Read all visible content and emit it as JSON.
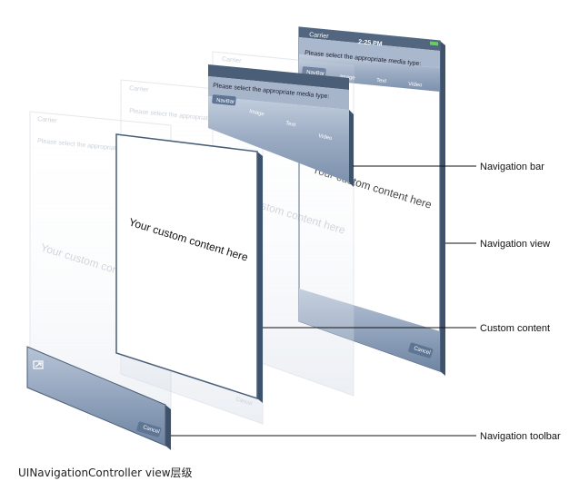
{
  "caption": "UINavigationController view层级",
  "screen": {
    "carrier": "Carrier",
    "time": "2:25 PM",
    "prompt": "Please select the appropriate media type:",
    "back_button": "NavBar",
    "segments": [
      "Image",
      "Text",
      "Video"
    ],
    "content_text": "Your custom content here",
    "cancel_button": "Cancel"
  },
  "callouts": {
    "navigation_bar": "Navigation bar",
    "navigation_view": "Navigation view",
    "custom_content": "Custom content",
    "navigation_toolbar": "Navigation toolbar"
  },
  "colors": {
    "frame_dark": "#4a5e78",
    "bar_light": "#b4c2d6",
    "bar_dark": "#6e84a2",
    "content_fill": "#ffffff"
  }
}
